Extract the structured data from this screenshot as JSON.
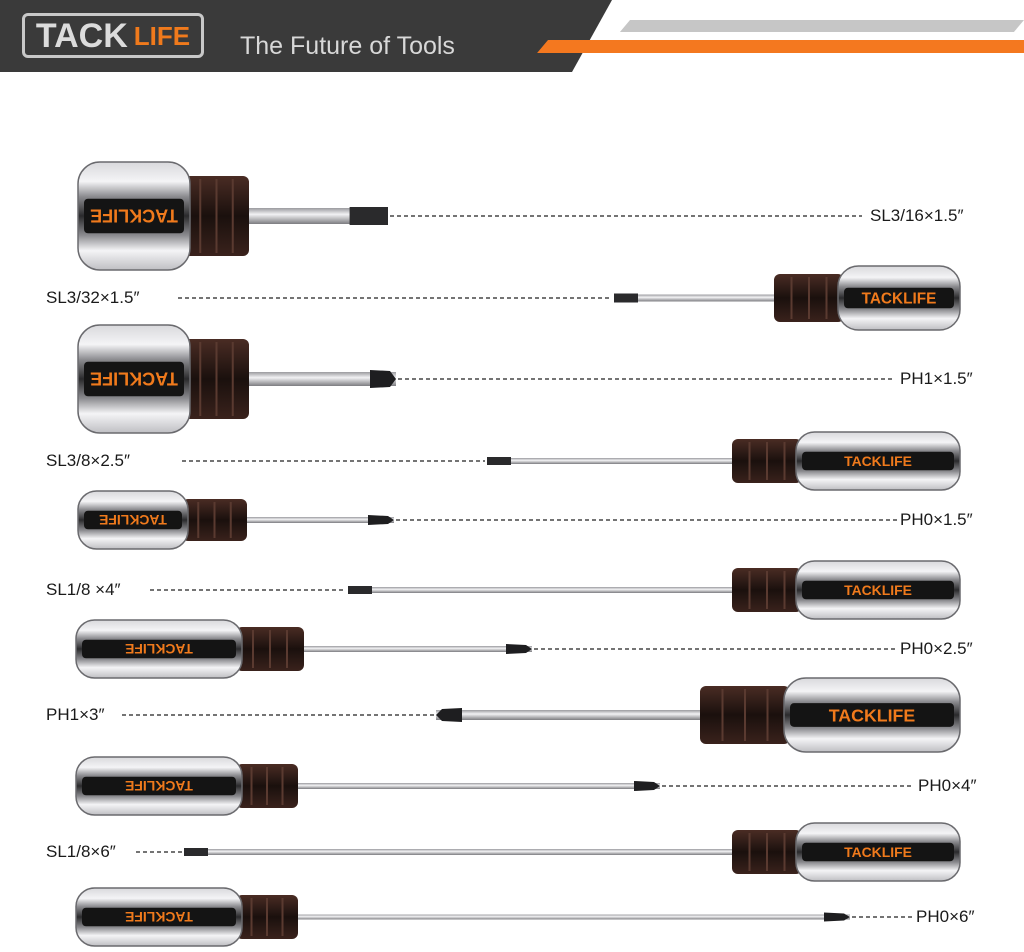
{
  "header": {
    "logo_main": "TACK",
    "logo_sub": "LIFE",
    "tagline": "The Future of Tools"
  },
  "colors": {
    "banner_dark": "#3a3a3a",
    "accent_orange": "#f4781f",
    "stripe_gray": "#c6c6c6",
    "handle_text": "#f07a1c"
  },
  "handle_brand": "TACKLIFE",
  "tools": [
    {
      "label": "SL3/16×1.5″",
      "tip": "slotted"
    },
    {
      "label": "SL3/32×1.5″",
      "tip": "slotted"
    },
    {
      "label": "PH1×1.5″",
      "tip": "phillips"
    },
    {
      "label": "SL3/8×2.5″",
      "tip": "slotted"
    },
    {
      "label": "PH0×1.5″",
      "tip": "phillips"
    },
    {
      "label": "SL1/8 ×4″",
      "tip": "slotted"
    },
    {
      "label": "PH0×2.5″",
      "tip": "phillips"
    },
    {
      "label": "PH1×3″",
      "tip": "phillips"
    },
    {
      "label": "PH0×4″",
      "tip": "phillips"
    },
    {
      "label": "SL1/8×6″",
      "tip": "slotted"
    },
    {
      "label": "PH0×6″",
      "tip": "phillips"
    }
  ]
}
